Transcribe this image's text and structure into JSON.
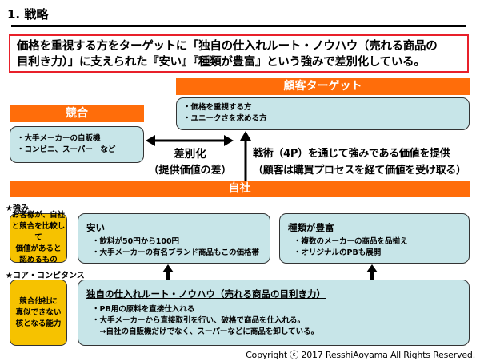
{
  "title": "1. 戦略",
  "summary": [
    "価格を重視する方をターゲットに「独自の仕入れルート・ノウハウ（売れる商品の",
    "目利き力）」に支えられた『安い』『種類が豊富』という強みで差別化している。"
  ],
  "target": {
    "header": "顧客ターゲット",
    "items": [
      "・価格を重視する方",
      "・ユニークさを求める方"
    ]
  },
  "competitor": {
    "header": "競合",
    "items": [
      "・大手メーカーの自販機",
      "・コンビニ、スーパー　など"
    ]
  },
  "differentiation": {
    "label": "差別化",
    "sub": "（提供価値の差）"
  },
  "tactics": [
    "戦術（4P）を通じて強みである価値を提供",
    "（顧客は購買プロセスを経て価値を受け取る）"
  ],
  "company": {
    "header": "自社"
  },
  "strengths": {
    "label": "★強み",
    "note": [
      "お客様が、自社",
      "と競合を比較して",
      "価値があると",
      "認めるもの"
    ],
    "cheap": {
      "title": "安い",
      "items": [
        "・飲料が50円から100円",
        "・大手メーカーの有名ブランド商品もこの価格帯"
      ]
    },
    "variety": {
      "title": "種類が豊富",
      "items": [
        "・複数のメーカーの商品を品揃え",
        "・オリジナルのPBも展開"
      ]
    }
  },
  "core": {
    "label": "★コア・コンピタンス",
    "note": [
      "競合他社に",
      "真似できない",
      "核となる能力"
    ],
    "title": "独自の仕入れルート・ノウハウ（売れる商品の目利き力）",
    "items": [
      "・PB用の原料を直接仕入れる",
      "・大手メーカーから直接取引を行い、破格で商品を仕入れる。",
      "　→自社の自販機だけでなく、スーパーなどに商品を卸している。"
    ]
  },
  "copyright": "Copyright ⓒ 2017 ResshiAoyama All Rights Reserved."
}
